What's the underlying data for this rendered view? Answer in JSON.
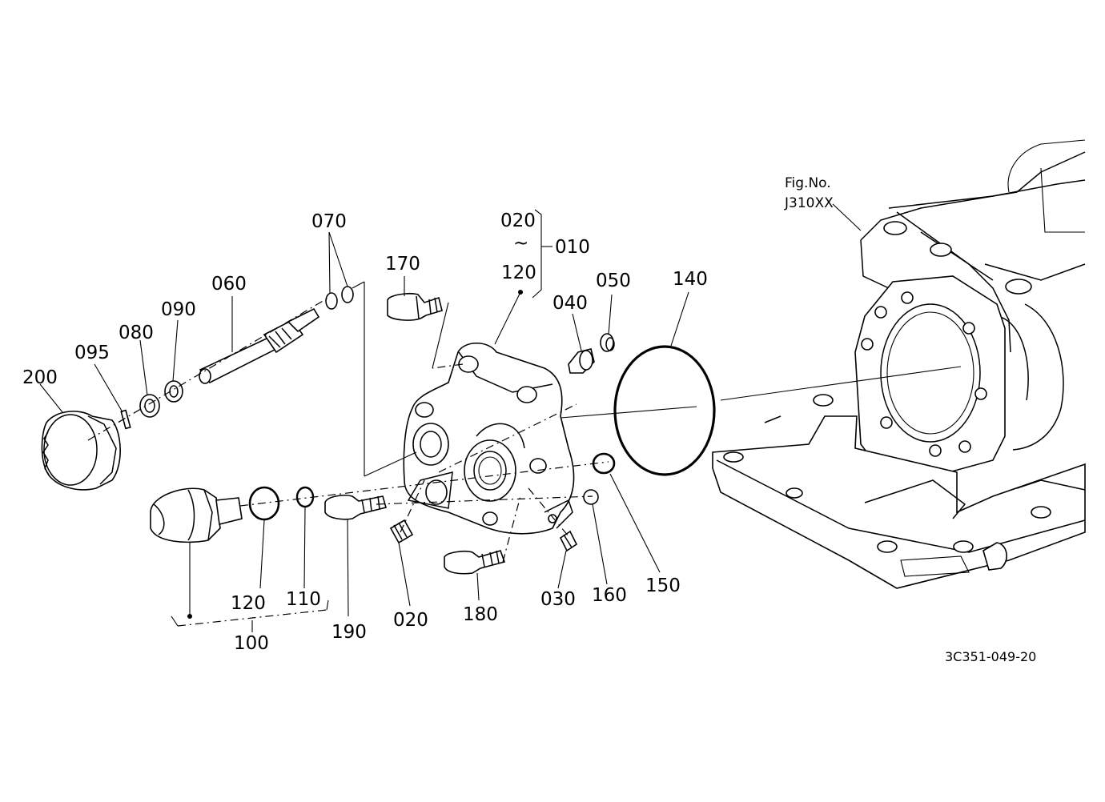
{
  "figure_ref": {
    "line1": "Fig.No.",
    "line2": "J310XX"
  },
  "drawing_code": "3C351-049-20",
  "range_group": {
    "start": "020",
    "tilde": "~",
    "end": "120",
    "assembly": "010"
  },
  "callouts": {
    "p200": "200",
    "p095": "095",
    "p080": "080",
    "p090": "090",
    "p060": "060",
    "p070": "070",
    "p170": "170",
    "p040": "040",
    "p050": "050",
    "p140": "140",
    "p120": "120",
    "p110": "110",
    "p100": "100",
    "p190": "190",
    "p020": "020",
    "p180": "180",
    "p030": "030",
    "p160": "160",
    "p150": "150"
  }
}
